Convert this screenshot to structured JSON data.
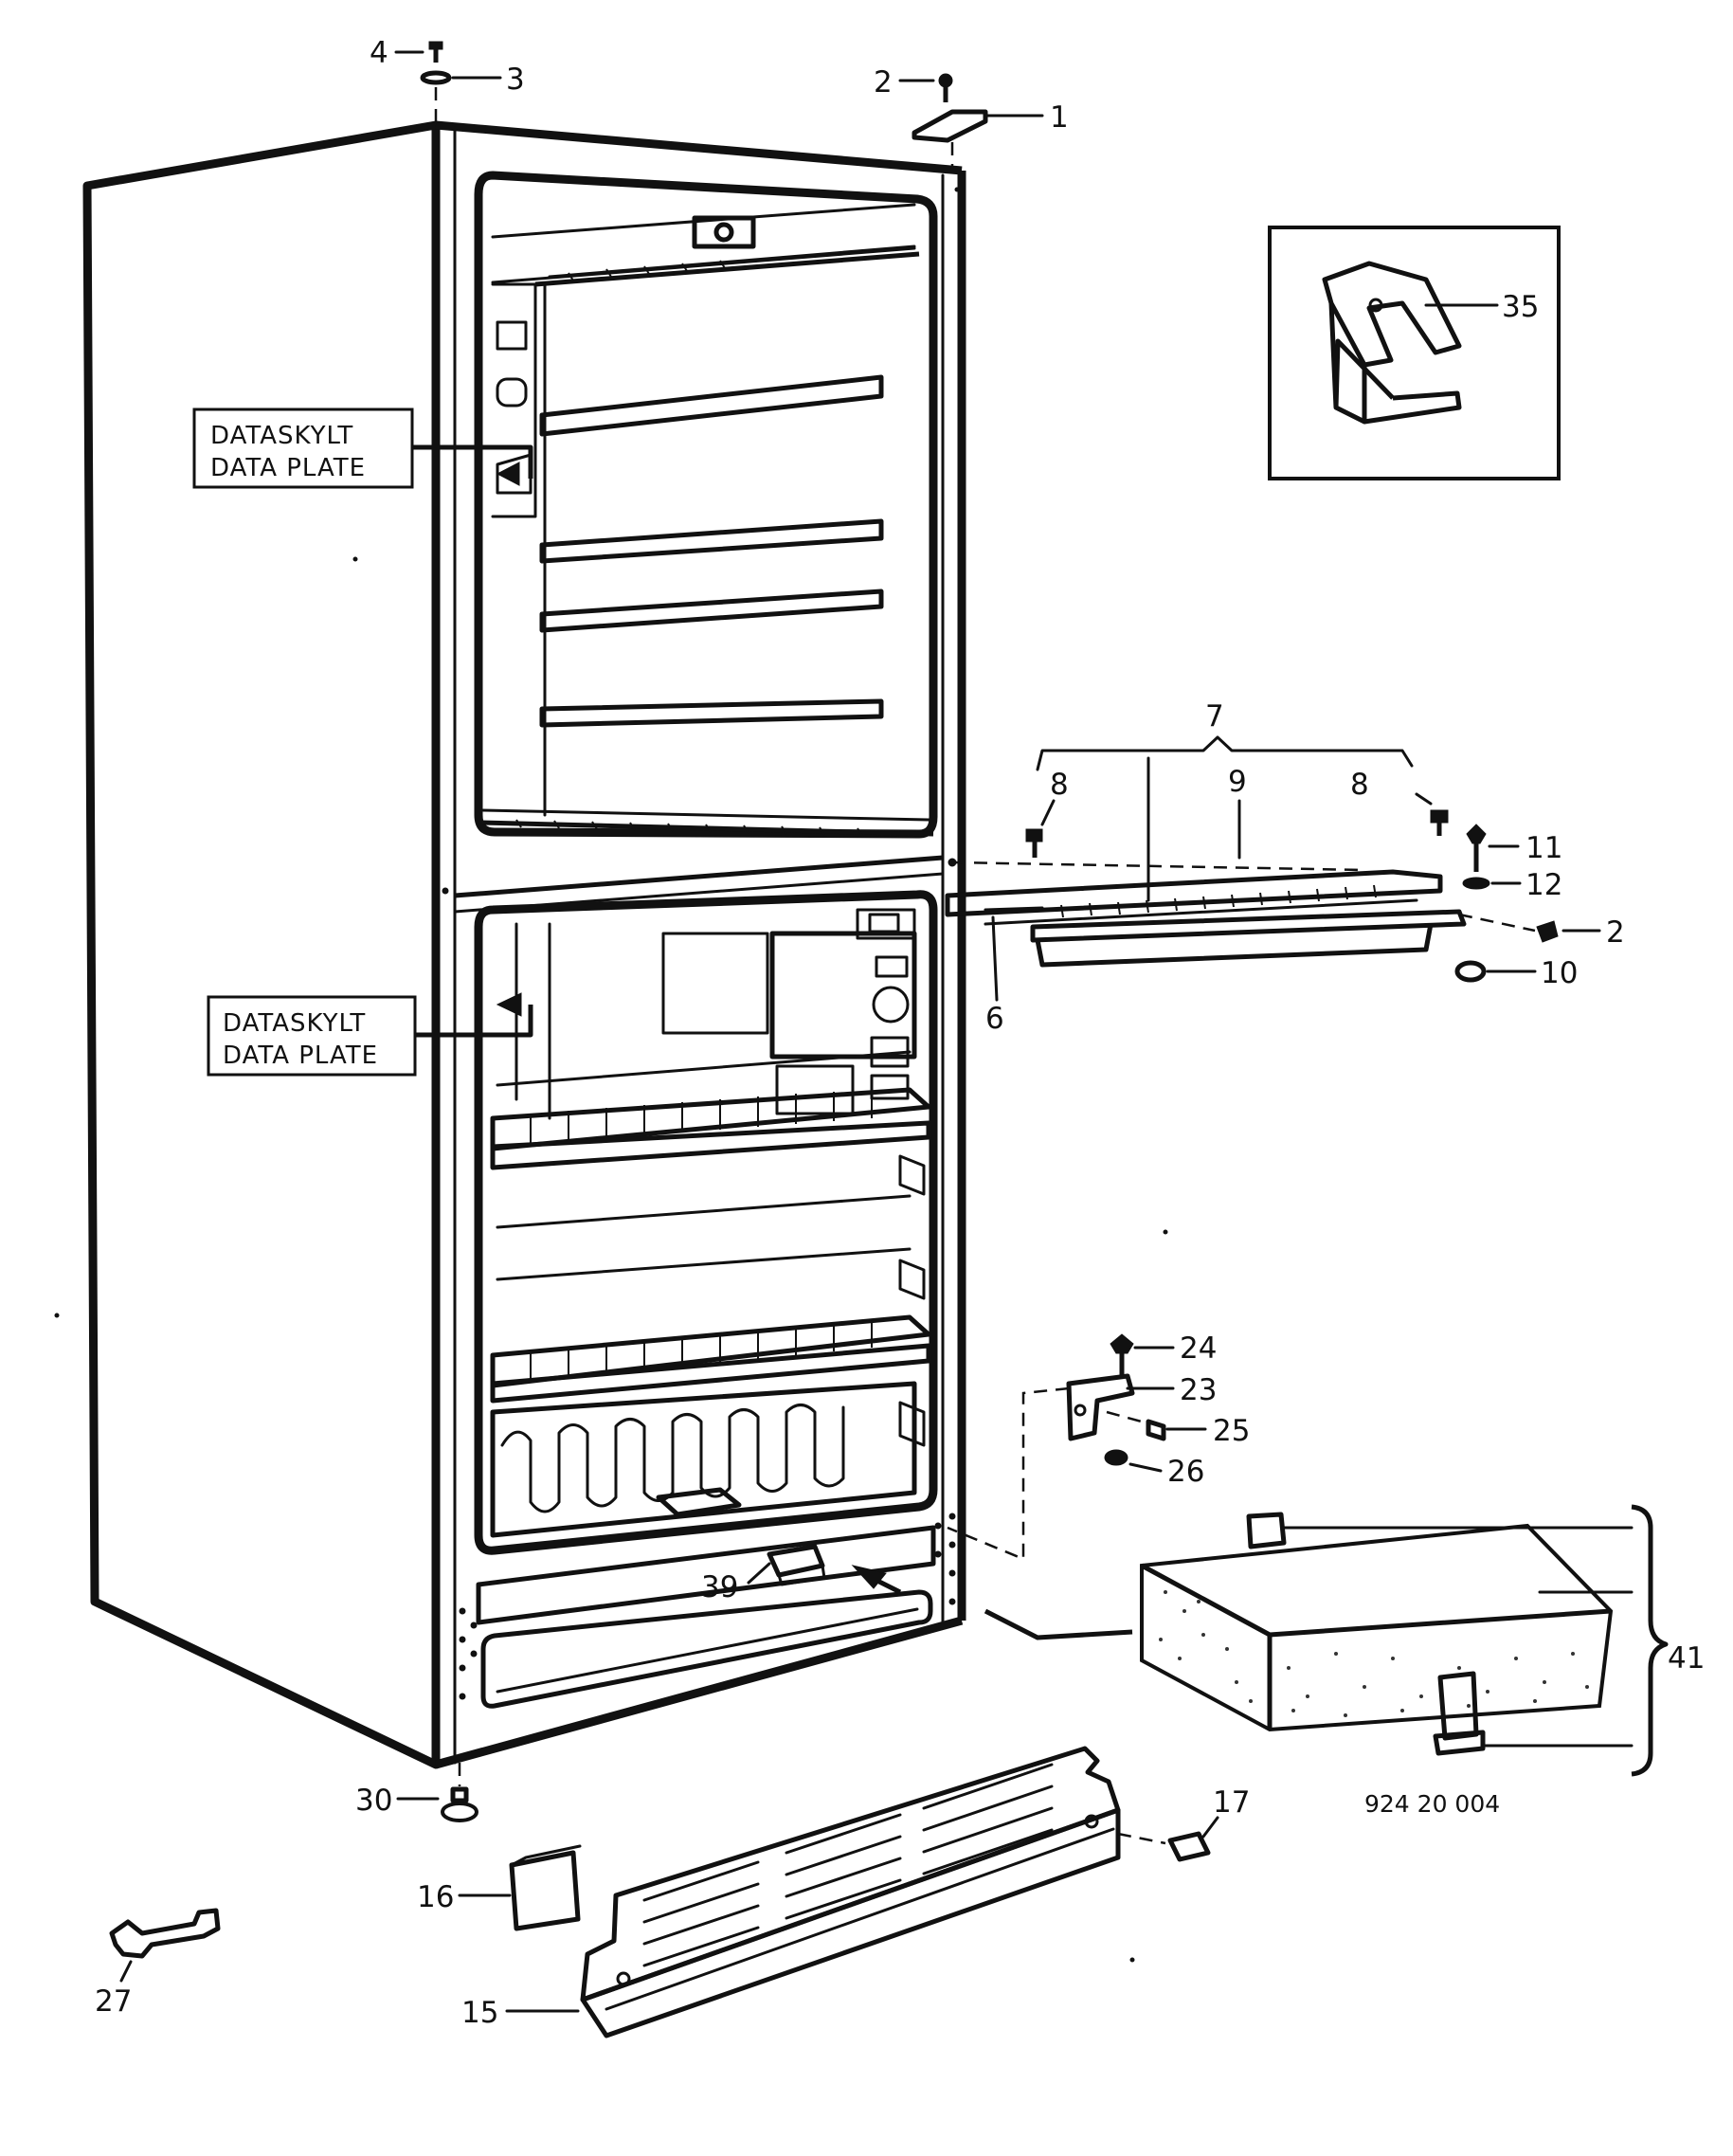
{
  "labels": {
    "data_plate_upper": {
      "line1": "DATASKYLT",
      "line2": "DATA PLATE"
    },
    "data_plate_lower": {
      "line1": "DATASKYLT",
      "line2": "DATA PLATE"
    },
    "drawing_number": "924 20 004"
  },
  "callouts": {
    "c1": "1",
    "c2a": "2",
    "c2b": "2",
    "c3": "3",
    "c4": "4",
    "c6": "6",
    "c7": "7",
    "c8a": "8",
    "c8b": "8",
    "c9": "9",
    "c10": "10",
    "c11": "11",
    "c12": "12",
    "c15": "15",
    "c16": "16",
    "c17": "17",
    "c23": "23",
    "c24": "24",
    "c25": "25",
    "c26": "26",
    "c27": "27",
    "c30": "30",
    "c35": "35",
    "c39": "39",
    "c41": "41"
  }
}
